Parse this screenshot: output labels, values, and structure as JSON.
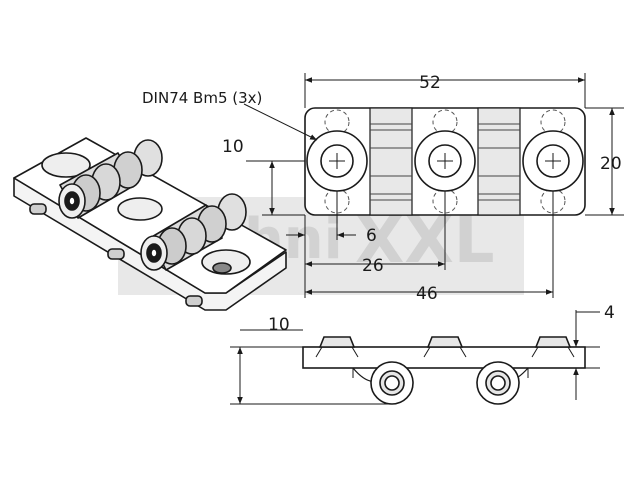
{
  "drawing": {
    "callout_screw": "DIN74 Bm5 (3x)",
    "watermark_prefix": "Techni",
    "watermark_suffix": "XXL",
    "dimensions": {
      "overall_length": "52",
      "height": "20",
      "hole_to_edge": "10",
      "edge_to_first_axis": "6",
      "to_center_hole": "26",
      "to_last_hole": "46",
      "side_height": "10",
      "plate_thickness": "4"
    },
    "colors": {
      "line": "#1a1a1a",
      "fill_light": "#e6e6e6",
      "fill_dark": "#9a9a9a",
      "watermark": "#cfcfcf"
    }
  }
}
